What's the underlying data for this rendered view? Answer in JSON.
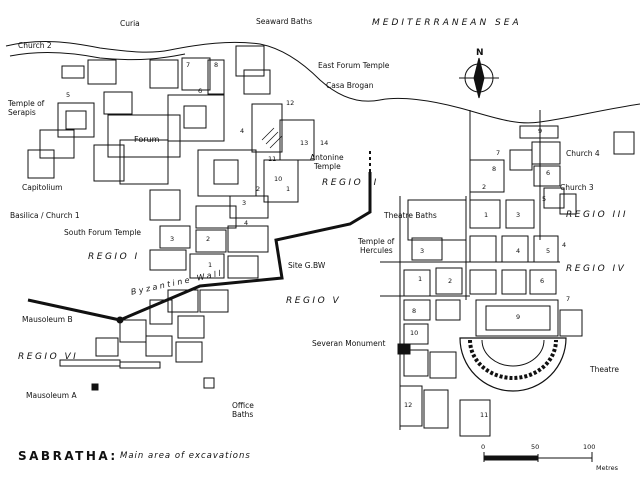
{
  "map": {
    "sea_label": "MEDITERRANEAN SEA",
    "title": "SABRATHA:",
    "subtitle": "Main area of excavations",
    "north": "N",
    "scale": {
      "ticks": [
        "0",
        "50",
        "100"
      ],
      "unit": "Metres"
    },
    "regions": [
      "REGIO I",
      "REGIO II",
      "REGIO III",
      "REGIO IV",
      "REGIO V",
      "REGIO VI"
    ],
    "wall_label": "Byzantine Wall",
    "labels": {
      "church2": "Church 2",
      "curia": "Curia",
      "seaward_baths": "Seaward Baths",
      "east_forum_temple": "East Forum Temple",
      "casa_brogan": "Casa Brogan",
      "temple_of": "Temple of",
      "serapis": "Serapis",
      "forum": "Forum",
      "capitolium": "Capitolium",
      "antonine": "Antonine",
      "temple": "Temple",
      "basilica": "Basilica / Church 1",
      "south_forum_temple": "South Forum Temple",
      "theatre_baths": "Theatre Baths",
      "hercules": "Hercules",
      "site_gbw": "Site G.BW",
      "church4": "Church 4",
      "church3": "Church 3",
      "mausoleum_b": "Mausoleum B",
      "severan_monument": "Severan Monument",
      "theatre": "Theatre",
      "mausoleum_a": "Mausoleum A",
      "office": "Office",
      "baths": "Baths"
    },
    "block_numbers": [
      "7",
      "8",
      "6",
      "5",
      "4",
      "12",
      "13",
      "14",
      "11",
      "10",
      "1",
      "2",
      "3",
      "4",
      "2",
      "3",
      "1",
      "9",
      "7",
      "8",
      "6",
      "5",
      "2",
      "4",
      "3",
      "1",
      "1",
      "2",
      "3",
      "4",
      "5",
      "6",
      "7",
      "8",
      "9",
      "10",
      "11",
      "12"
    ]
  }
}
